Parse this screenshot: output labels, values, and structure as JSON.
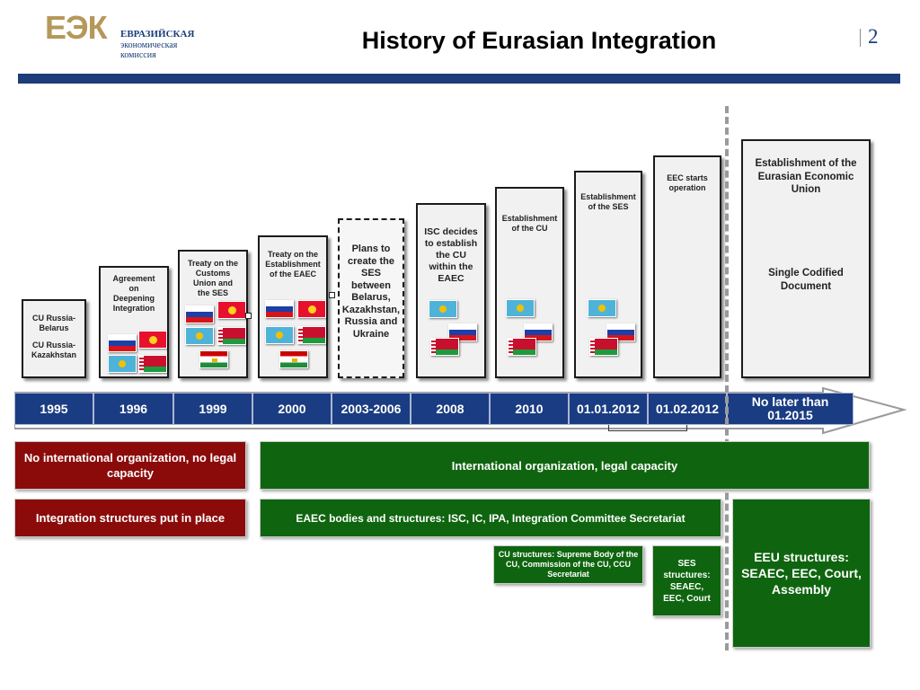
{
  "header": {
    "logo_mark": "ЕЭК",
    "logo_line1": "ЕВРАЗИЙСКАЯ",
    "logo_line2": "экономическая",
    "logo_line3": "комиссия",
    "title": "History of Eurasian Integration",
    "page_number": "2"
  },
  "stages": [
    {
      "id": "cu-1995",
      "lines": [
        "CU Russia-",
        "Belarus",
        "",
        "CU Russia-",
        "Kazakhstan"
      ]
    },
    {
      "id": "agreement-1996",
      "lines": [
        "Agreement",
        "on",
        "Deepening",
        "Integration"
      ]
    },
    {
      "id": "treaty-1999",
      "lines": [
        "Treaty on the",
        "Customs",
        "Union and",
        "the SES"
      ]
    },
    {
      "id": "treaty-2000",
      "lines": [
        "Treaty on the",
        "Establishment",
        "of the EAEC"
      ]
    },
    {
      "id": "plans-2003",
      "lines": [
        "Plans to",
        "create the",
        "SES",
        "between",
        "Belarus,",
        "Kazakhstan,",
        "Russia and",
        "Ukraine"
      ]
    },
    {
      "id": "isc-2008",
      "lines": [
        "ISC decides",
        "to establish",
        "the CU",
        "within the",
        "EAEC"
      ]
    },
    {
      "id": "cu-2010",
      "lines": [
        "Establishment",
        "of the CU"
      ]
    },
    {
      "id": "ses-2012",
      "lines": [
        "Establishment",
        "of the SES"
      ]
    },
    {
      "id": "eec-2012",
      "lines": [
        "EEC starts",
        "operation"
      ]
    },
    {
      "id": "eeu-2015",
      "lines": [
        "Establishment of the",
        "Eurasian Economic",
        "Union"
      ],
      "extra": [
        "Single Codified",
        "Document"
      ]
    }
  ],
  "flags": {
    "russia": "flag-russia",
    "kazakhstan": "flag-kazakhstan",
    "belarus": "flag-belarus",
    "kyrgyzstan": "flag-kyrgyzstan",
    "tajikistan": "flag-tajikistan"
  },
  "timeline": [
    "1995",
    "1996",
    "1999",
    "2000",
    "2003-2006",
    "2008",
    "2010",
    "01.01.2012",
    "01.02.2012",
    "No later than 01.2015"
  ],
  "bars": {
    "no_intl_org": "No international organization, no legal capacity",
    "intl_org": "International organization, legal capacity",
    "integration_structures": "Integration structures put in place",
    "eaec_bodies": "EAEC bodies and structures: ISC, IC, IPA, Integration Committee Secretariat",
    "cu_structures": "CU structures: Supreme Body of the CU, Commission of the CU, CCU Secretariat",
    "ses_structures": "SES structures: SEAEC, EEC, Court",
    "eeu_structures": "EEU structures: SEAEC, EEC, Court, Assembly"
  },
  "colors": {
    "navy": "#1e3b7a",
    "gold": "#b5985a",
    "dark_red": "#8b0b0b",
    "dark_green": "#0f650f"
  }
}
